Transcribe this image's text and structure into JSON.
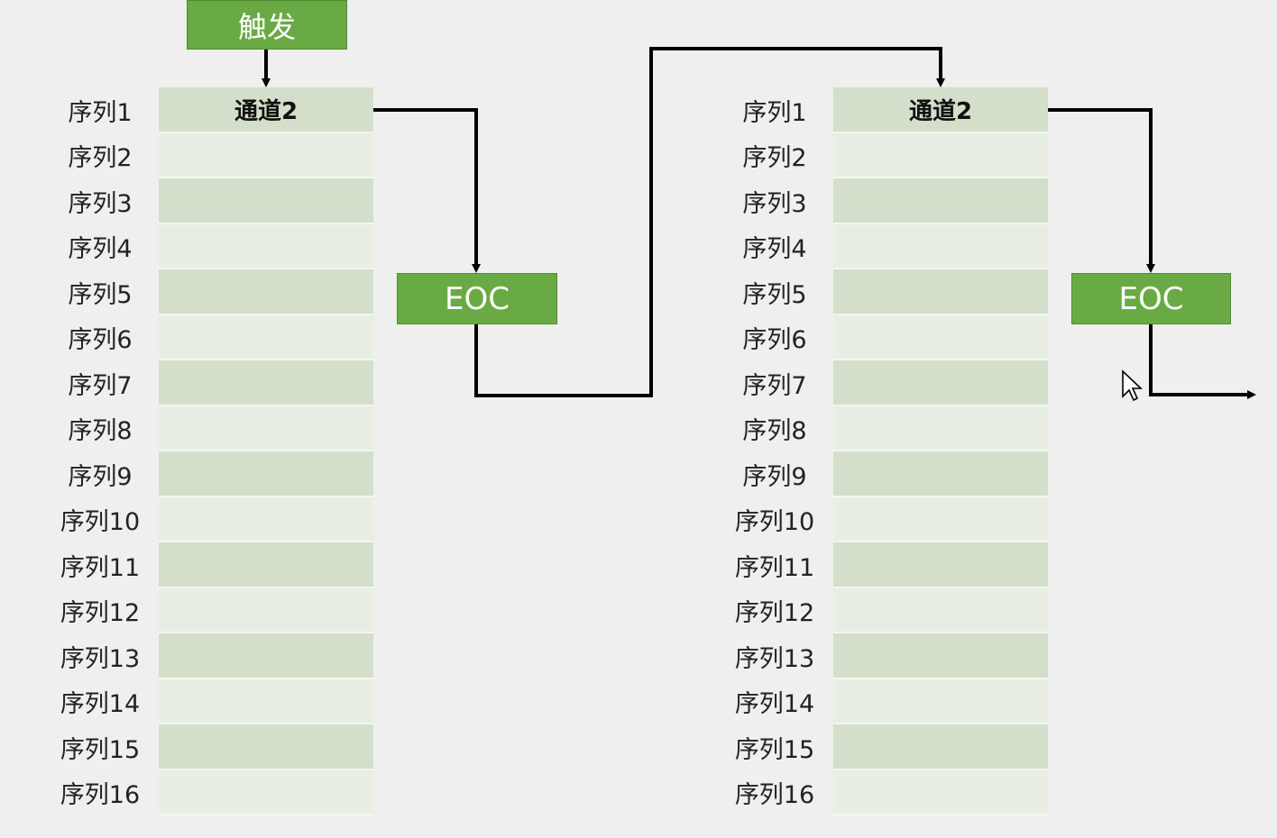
{
  "trigger": {
    "label": "触发"
  },
  "eoc_label": "EOC",
  "diagrams": [
    {
      "channel": "通道2",
      "sequence_labels": [
        "序列1",
        "序列2",
        "序列3",
        "序列4",
        "序列5",
        "序列6",
        "序列7",
        "序列8",
        "序列9",
        "序列10",
        "序列11",
        "序列12",
        "序列13",
        "序列14",
        "序列15",
        "序列16"
      ]
    },
    {
      "channel": "通道2",
      "sequence_labels": [
        "序列1",
        "序列2",
        "序列3",
        "序列4",
        "序列5",
        "序列6",
        "序列7",
        "序列8",
        "序列9",
        "序列10",
        "序列11",
        "序列12",
        "序列13",
        "序列14",
        "序列15",
        "序列16"
      ]
    }
  ],
  "colors": {
    "box_green": "#6aaa45",
    "row_dark": "#d3dfca",
    "row_light": "#e8eee3",
    "line": "#000000"
  }
}
